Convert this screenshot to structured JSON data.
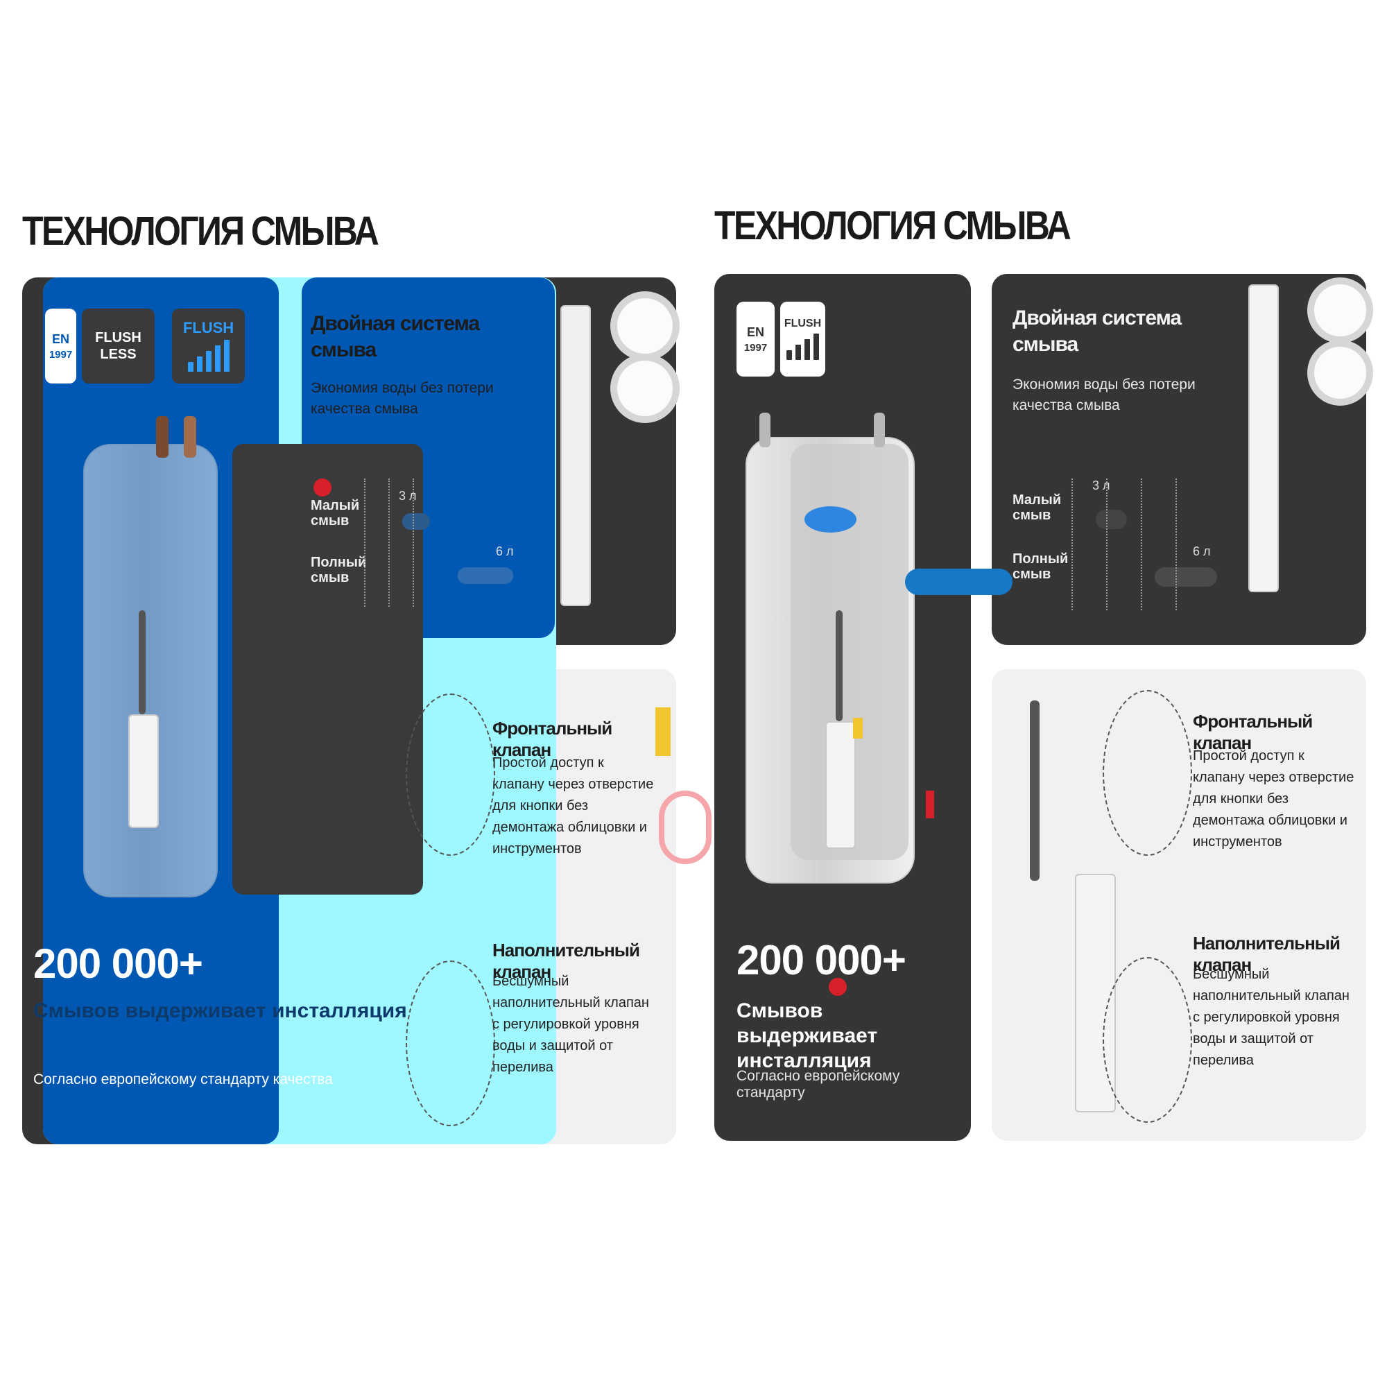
{
  "left": {
    "heading": "ТЕХНОЛОГИЯ СМЫВА",
    "badges": [
      {
        "top": "EN",
        "bottom": "1997"
      },
      {
        "top": "FLUSH",
        "bottom": "LESS"
      },
      {
        "top": "FLUSH",
        "bottom": ""
      }
    ],
    "flush_panel": {
      "title": "Двойная система смыва",
      "text": "Экономия воды без потери качества смыва",
      "rows": [
        {
          "label": "Малый смыв",
          "value": "3 л"
        },
        {
          "label": "Полный смыв",
          "value": "6 л"
        }
      ]
    },
    "stat": {
      "value": "200 000+",
      "label": "Смывов выдерживает инсталляция",
      "sub": "Согласно европейскому стандарту качества"
    },
    "features": [
      {
        "title": "Фронтальный клапан",
        "text": "Простой доступ к клапану через отверстие для кнопки без демонтажа облицовки и инструментов"
      },
      {
        "title": "Наполнительный клапан",
        "text": "Бесшумный наполнительный клапан с регулировкой уровня воды и защитой от перелива"
      }
    ]
  },
  "right": {
    "heading": "ТЕХНОЛОГИЯ СМЫВА",
    "badges": [
      {
        "top": "EN",
        "bottom": "1997"
      },
      {
        "top": "FLUSH",
        "bottom": ""
      }
    ],
    "flush_panel": {
      "title": "Двойная система смыва",
      "text": "Экономия воды без потери качества смыва",
      "rows": [
        {
          "label": "Малый смыв",
          "value": "3 л"
        },
        {
          "label": "Полный смыв",
          "value": "6 л"
        }
      ]
    },
    "stat": {
      "value": "200 000+",
      "label": "Смывов выдерживает инсталляция",
      "sub": "Согласно европейскому стандарту"
    },
    "features": [
      {
        "title": "Фронтальный клапан",
        "text": "Простой доступ к клапану через отверстие для кнопки без демонтажа облицовки и инструментов"
      },
      {
        "title": "Наполнительный клапан",
        "text": "Бесшумный наполнительный клапан с регулировкой уровня воды и защитой от перелива"
      }
    ]
  },
  "colors": {
    "panel_dark": "#353535",
    "panel_light": "#f1f1f3",
    "overlay_blue": "#0058b3",
    "overlay_cyan": "#9ff8ff",
    "accent_red": "#d8202a",
    "accent_yellow": "#f2c531"
  }
}
